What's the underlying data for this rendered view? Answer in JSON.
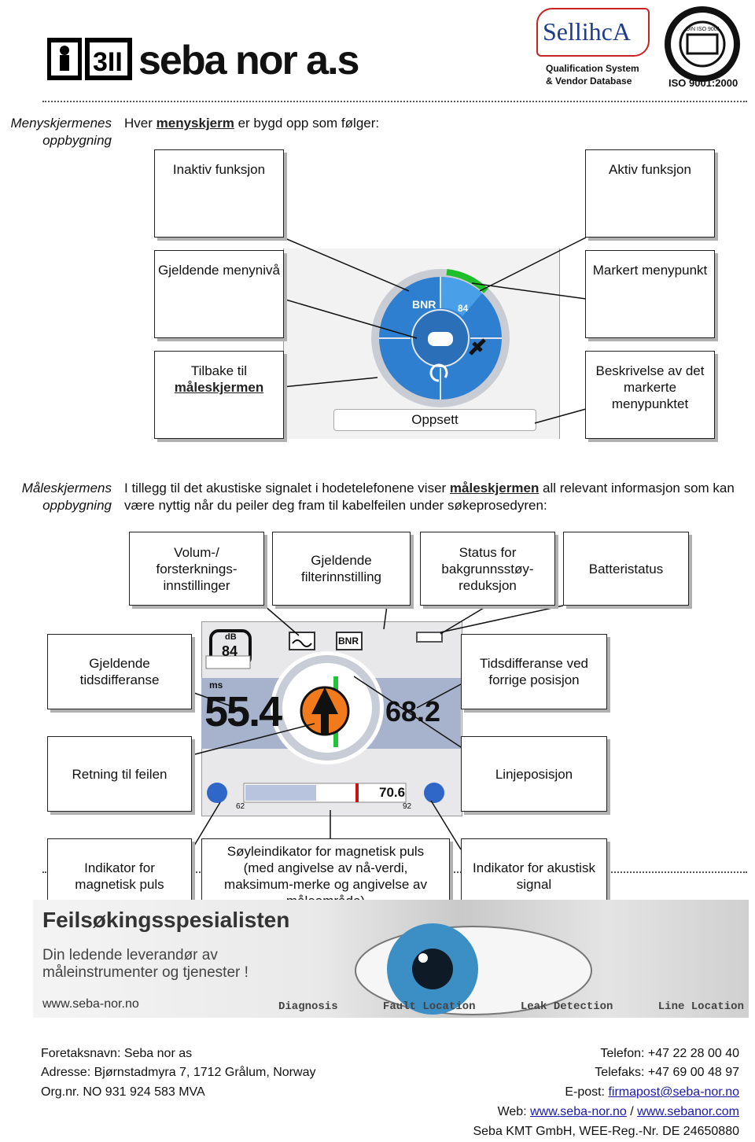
{
  "header": {
    "logo_text": "seba nor a.s",
    "partner_logo_text": "SellihcA",
    "partner_sub1": "Qualification System",
    "partner_sub2": "& Vendor Database",
    "cert_top": "DIN ISO 9001",
    "cert_bottom": "ISO 9001:2000"
  },
  "menu_section": {
    "side_label": "Menyskjermenes oppbygning",
    "intro_before": "Hver ",
    "intro_link": "menyskjerm",
    "intro_after": " er bygd opp som følger:",
    "callouts": {
      "inactive": "Inaktiv funksjon",
      "active": "Aktiv funksjon",
      "level": "Gjeldende menynivå",
      "marked": "Markert menypunkt",
      "back_line1": "Tilbake til",
      "back_line2": "måleskjermen",
      "desc": "Beskrivelse av det markerte menypunktet"
    },
    "wheel": {
      "bnr": "BNR",
      "db": "84",
      "footer": "Oppsett"
    }
  },
  "measure_section": {
    "side_label": "Måleskjermens oppbygning",
    "text_before": "I tillegg til det akustiske signalet i hodetelefonene viser ",
    "text_link": "måleskjermen",
    "text_after": " all relevant informasjon som kan være nyttig når du peiler deg fram til kabelfeilen under søkeprosedyren:",
    "callouts": {
      "volume": "Volum-/ forsterknings-innstillinger",
      "filter": "Gjeldende filterinnstilling",
      "bnr_status": "Status for bakgrunnsstøy-reduksjon",
      "battery": "Batteristatus",
      "time_diff": "Gjeldende tidsdifferanse",
      "prev_time": "Tidsdifferanse ved forrige posisjon",
      "direction": "Retning til feilen",
      "line_pos": "Linjeposisjon",
      "mag_ind": "Indikator for magnetisk puls",
      "bar_ind": "Søyleindikator for magnetisk puls (med angivelse av nå-verdi, maksimum-merke og angivelse av måleområde)",
      "ac_ind": "Indikator for akustisk signal"
    },
    "screen": {
      "db_label": "dB",
      "db_value": "84",
      "bnr": "BNR",
      "ms_label": "ms",
      "current_value": "55.4",
      "previous_value": "68.2",
      "bar_value": "70.6",
      "range_min": "62",
      "range_max": "92"
    }
  },
  "banner": {
    "title": "Feilsøkingsspesialisten",
    "line1": "Din ledende leverandør av",
    "line2": "måleinstrumenter og tjenester !",
    "url": "www.seba-nor.no",
    "tags": [
      "Diagnosis",
      "Fault Location",
      "Leak Detection",
      "Line Location"
    ]
  },
  "footer": {
    "company": "Foretaksnavn: Seba nor as",
    "address": "Adresse: Bjørnstadmyra 7, 1712 Grålum, Norway",
    "orgnr": "Org.nr. NO 931 924 583 MVA",
    "phone": "Telefon: +47 22 28 00 40",
    "fax": "Telefaks: +47 69 00 48 97",
    "email_label": "E-post: ",
    "email": "firmapost@seba-nor.no",
    "web_label": "Web: ",
    "web1": "www.seba-nor.no",
    "web_sep": " / ",
    "web2": "www.sebanor.com",
    "kmt": "Seba KMT GmbH, WEE-Reg.-Nr. DE 24650880"
  }
}
